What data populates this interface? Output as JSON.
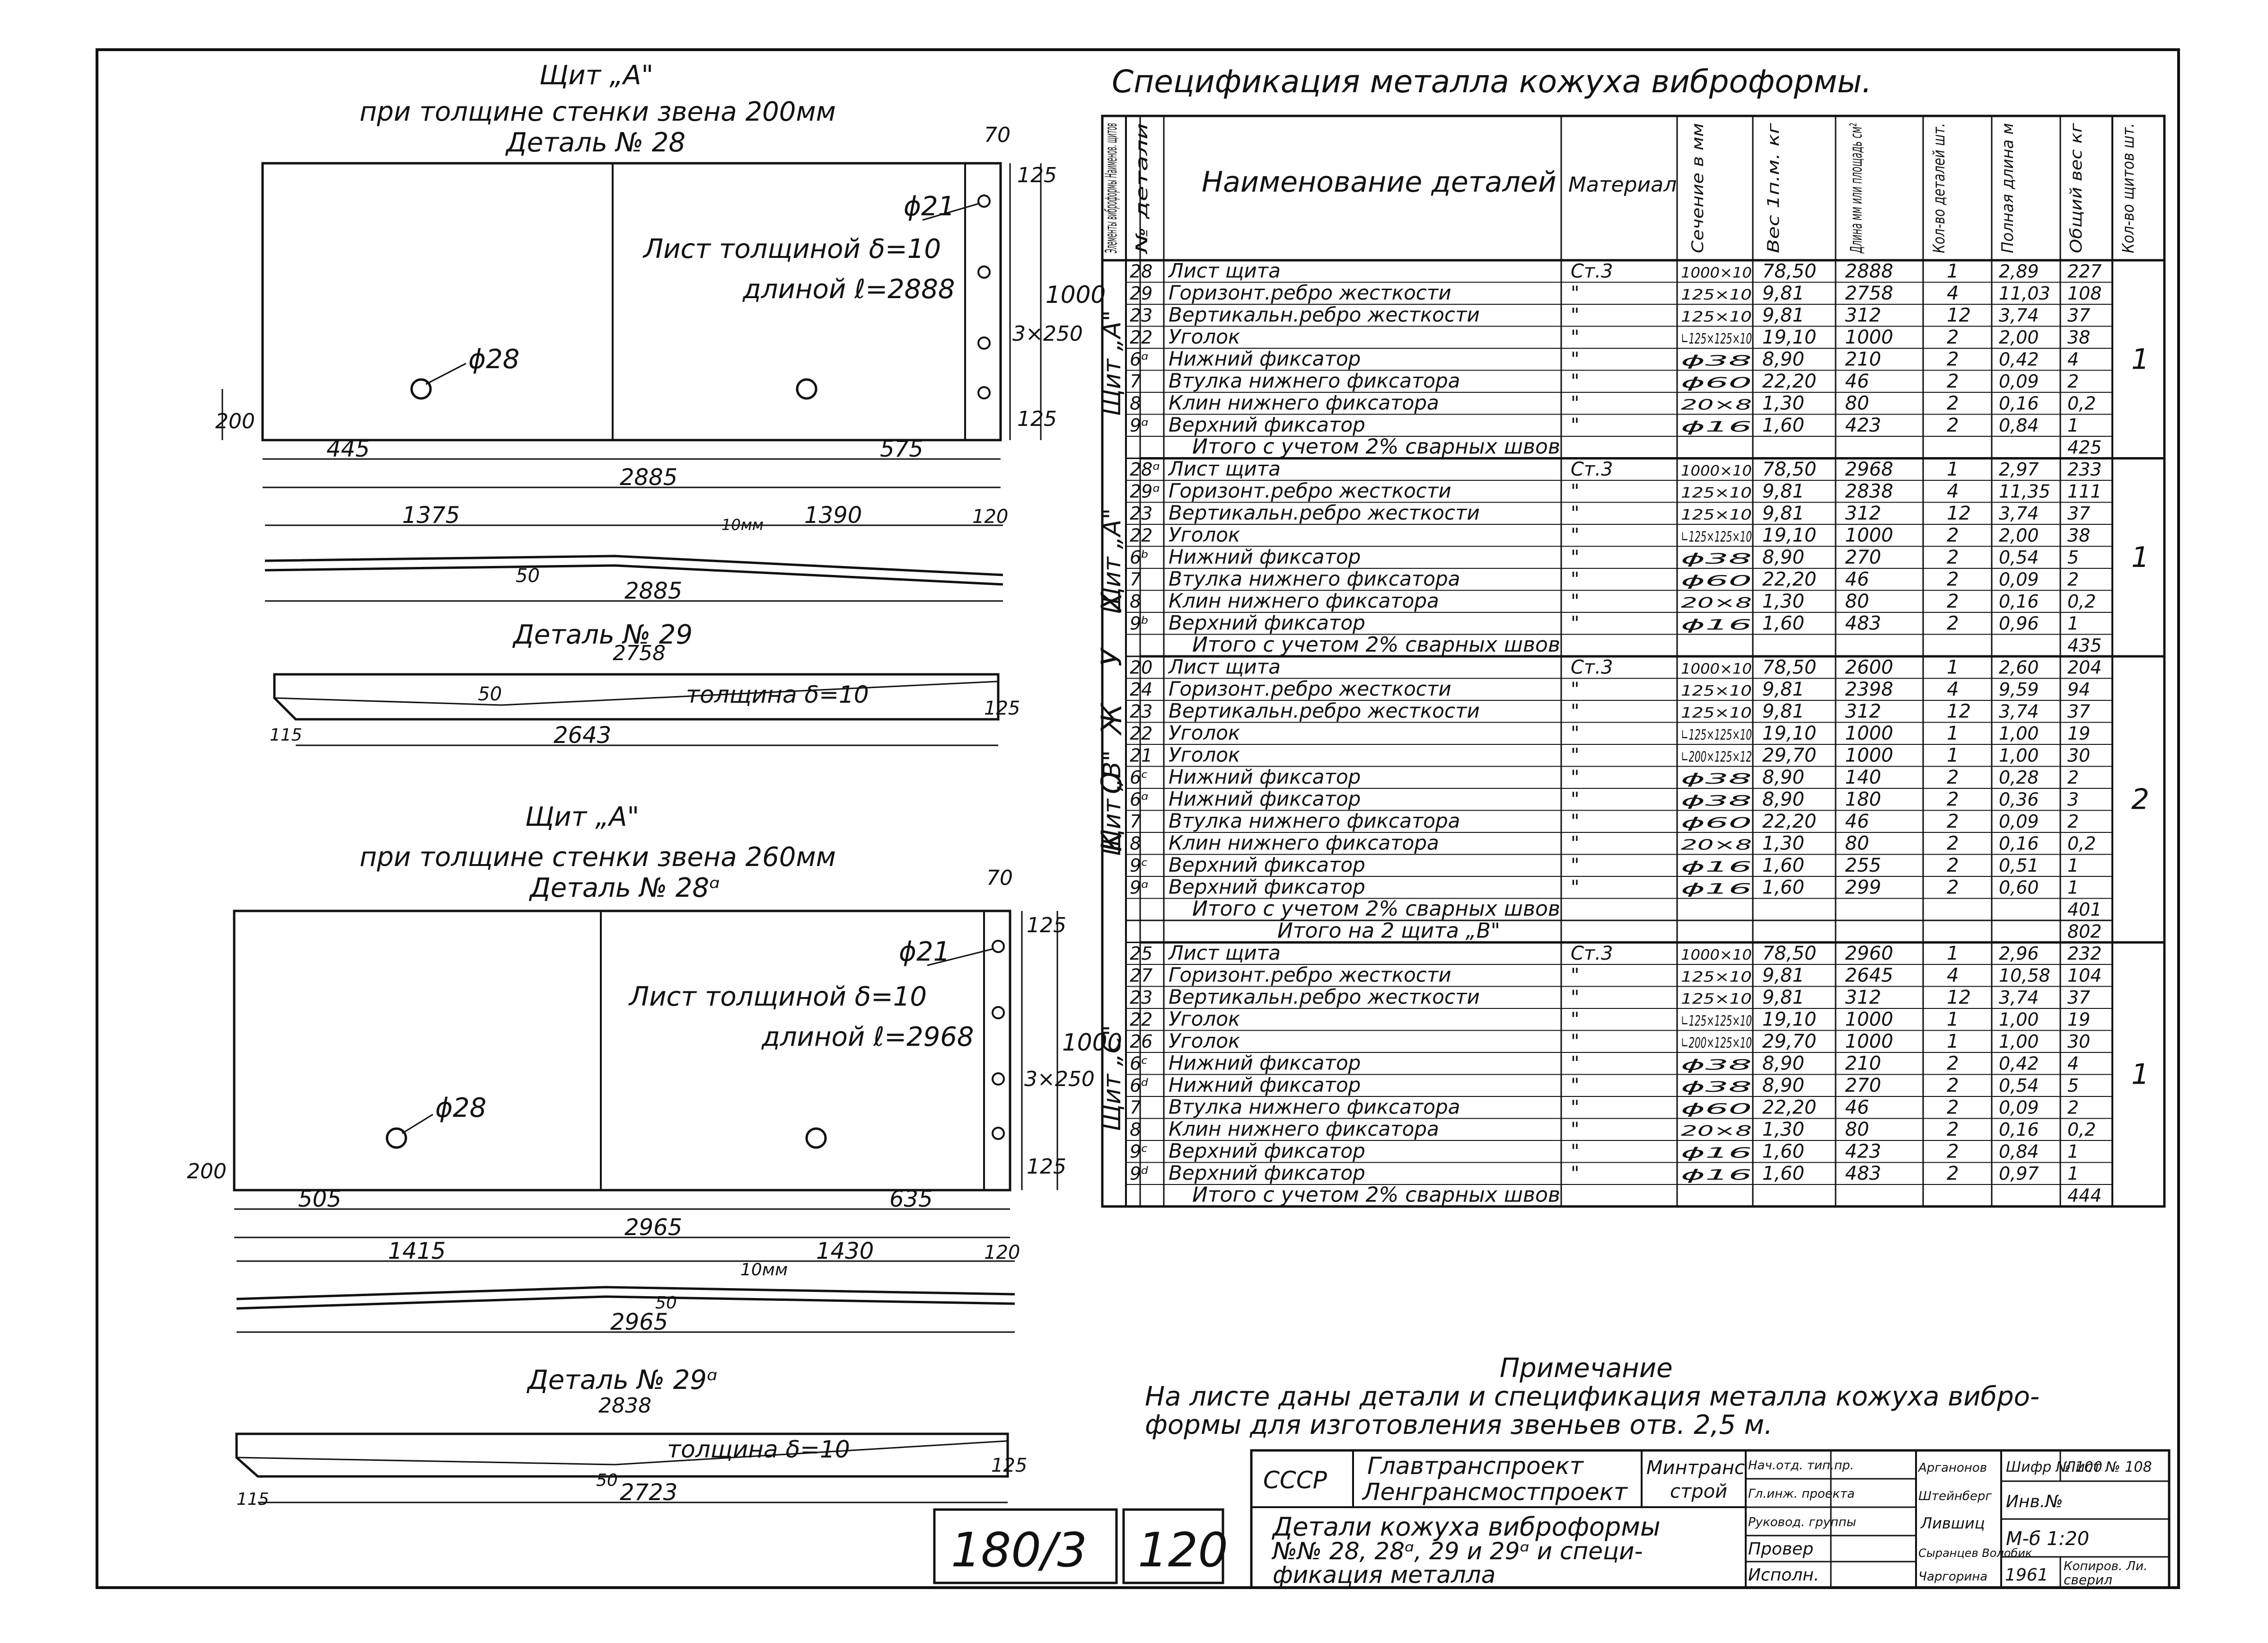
{
  "left": {
    "panel1": {
      "title": "Щит „А\"",
      "subtitle": "при толщине стенки звена 200мм",
      "detail": "Деталь № 28",
      "sheet_note_1": "Лист толщиной δ=10",
      "sheet_note_2": "длиной ℓ=2888",
      "hole_small": "ϕ21",
      "hole_big": "ϕ28",
      "dims": {
        "d70": "70",
        "d125a": "125",
        "d1000": "1000",
        "d3x250": "3×250",
        "d125b": "125",
        "d200": "200",
        "d445": "445",
        "d575": "575",
        "d2885": "2885"
      },
      "profile": {
        "d1375": "1375",
        "d1390": "1390",
        "d120": "120",
        "d10mm": "10мм",
        "d50": "50",
        "d2885": "2885"
      }
    },
    "detail29": {
      "title": "Деталь № 29",
      "d2758": "2758",
      "d50": "50",
      "thickness": "толщина δ=10",
      "d125": "125",
      "d115": "115",
      "d2643": "2643"
    },
    "panel2": {
      "title": "Щит „А\"",
      "subtitle": "при толщине стенки звена 260мм",
      "detail": "Деталь № 28ᵅ",
      "sheet_note_1": "Лист толщиной δ=10",
      "sheet_note_2": "длиной ℓ=2968",
      "hole_small": "ϕ21",
      "hole_big": "ϕ28",
      "dims": {
        "d70": "70",
        "d125a": "125",
        "d1000": "1000",
        "d3x250": "3×250",
        "d125b": "125",
        "d200": "200",
        "d505": "505",
        "d635": "635",
        "d2965": "2965"
      },
      "profile": {
        "d1415": "1415",
        "d1430": "1430",
        "d120": "120",
        "d10mm": "10мм",
        "d50": "50",
        "d2965": "2965"
      }
    },
    "detail29a": {
      "title": "Деталь № 29ᵅ",
      "d2838": "2838",
      "thickness": "толщина δ=10",
      "d125": "125",
      "d115": "115",
      "d50": "50",
      "d2723": "2723"
    }
  },
  "spec": {
    "title": "Спецификация металла кожуха виброформы.",
    "headers": {
      "element": "Элементы виброформы Наименов. щитов",
      "num": "№ детали",
      "name": "Наименование деталей",
      "material": "Материал",
      "section": "Сечение в мм",
      "weight": "Вес 1п.м. кг",
      "length": "Длина мм или площадь см²",
      "count": "Кол-во деталей шт.",
      "full_length": "Полная длина м",
      "total_weight": "Общий вес кг",
      "shields": "Кол-во щитов шт."
    },
    "kozhuh_label": "К О Ж У Х",
    "groups": [
      {
        "shield": "Щит „А\"",
        "shield_count": "1",
        "rows": [
          [
            "28",
            "Лист щита",
            "Ст.3",
            "1000×10",
            "78,50",
            "2888",
            "1",
            "2,89",
            "227"
          ],
          [
            "29",
            "Горизонт.ребро жесткости",
            "\"",
            "125×10",
            "9,81",
            "2758",
            "4",
            "11,03",
            "108"
          ],
          [
            "23",
            "Вертикальн.ребро жесткости",
            "\"",
            "125×10",
            "9,81",
            "312",
            "12",
            "3,74",
            "37"
          ],
          [
            "22",
            "Уголок",
            "\"",
            "∟125×125×10",
            "19,10",
            "1000",
            "2",
            "2,00",
            "38"
          ],
          [
            "6ᵅ",
            "Нижний фиксатор",
            "\"",
            "ϕ38",
            "8,90",
            "210",
            "2",
            "0,42",
            "4"
          ],
          [
            "7",
            "Втулка нижнего фиксатора",
            "\"",
            "ϕ60",
            "22,20",
            "46",
            "2",
            "0,09",
            "2"
          ],
          [
            "8",
            "Клин нижнего фиксатора",
            "\"",
            "20×8",
            "1,30",
            "80",
            "2",
            "0,16",
            "0,2"
          ],
          [
            "9ᵅ",
            "Верхний фиксатор",
            "\"",
            "ϕ16",
            "1,60",
            "423",
            "2",
            "0,84",
            "1"
          ]
        ],
        "total_label": "Итого с учетом 2% сварных швов",
        "total": "425"
      },
      {
        "shield": "Щит „А\"",
        "shield_count": "1",
        "rows": [
          [
            "28ᵅ",
            "Лист щита",
            "Ст.3",
            "1000×10",
            "78,50",
            "2968",
            "1",
            "2,97",
            "233"
          ],
          [
            "29ᵅ",
            "Горизонт.ребро жесткости",
            "\"",
            "125×10",
            "9,81",
            "2838",
            "4",
            "11,35",
            "111"
          ],
          [
            "23",
            "Вертикальн.ребро жесткости",
            "\"",
            "125×10",
            "9,81",
            "312",
            "12",
            "3,74",
            "37"
          ],
          [
            "22",
            "Уголок",
            "\"",
            "∟125×125×10",
            "19,10",
            "1000",
            "2",
            "2,00",
            "38"
          ],
          [
            "6ᵇ",
            "Нижний фиксатор",
            "\"",
            "ϕ38",
            "8,90",
            "270",
            "2",
            "0,54",
            "5"
          ],
          [
            "7",
            "Втулка нижнего фиксатора",
            "\"",
            "ϕ60",
            "22,20",
            "46",
            "2",
            "0,09",
            "2"
          ],
          [
            "8",
            "Клин нижнего фиксатора",
            "\"",
            "20×8",
            "1,30",
            "80",
            "2",
            "0,16",
            "0,2"
          ],
          [
            "9ᵇ",
            "Верхний фиксатор",
            "\"",
            "ϕ16",
            "1,60",
            "483",
            "2",
            "0,96",
            "1"
          ]
        ],
        "total_label": "Итого с учетом 2% сварных швов",
        "total": "435"
      },
      {
        "shield": "Щит „В\"",
        "shield_count": "2",
        "rows": [
          [
            "20",
            "Лист щита",
            "Ст.3",
            "1000×10",
            "78,50",
            "2600",
            "1",
            "2,60",
            "204"
          ],
          [
            "24",
            "Горизонт.ребро жесткости",
            "\"",
            "125×10",
            "9,81",
            "2398",
            "4",
            "9,59",
            "94"
          ],
          [
            "23",
            "Вертикальн.ребро жесткости",
            "\"",
            "125×10",
            "9,81",
            "312",
            "12",
            "3,74",
            "37"
          ],
          [
            "22",
            "Уголок",
            "\"",
            "∟125×125×10",
            "19,10",
            "1000",
            "1",
            "1,00",
            "19"
          ],
          [
            "21",
            "Уголок",
            "\"",
            "∟200×125×12",
            "29,70",
            "1000",
            "1",
            "1,00",
            "30"
          ],
          [
            "6ᶜ",
            "Нижний фиксатор",
            "\"",
            "ϕ38",
            "8,90",
            "140",
            "2",
            "0,28",
            "2"
          ],
          [
            "6ᵅ",
            "Нижний фиксатор",
            "\"",
            "ϕ38",
            "8,90",
            "180",
            "2",
            "0,36",
            "3"
          ],
          [
            "7",
            "Втулка нижнего фиксатора",
            "\"",
            "ϕ60",
            "22,20",
            "46",
            "2",
            "0,09",
            "2"
          ],
          [
            "8",
            "Клин нижнего фиксатора",
            "\"",
            "20×8",
            "1,30",
            "80",
            "2",
            "0,16",
            "0,2"
          ],
          [
            "9ᶜ",
            "Верхний фиксатор",
            "\"",
            "ϕ16",
            "1,60",
            "255",
            "2",
            "0,51",
            "1"
          ],
          [
            "9ᵅ",
            "Верхний фиксатор",
            "\"",
            "ϕ16",
            "1,60",
            "299",
            "2",
            "0,60",
            "1"
          ]
        ],
        "total_label": "Итого с учетом 2% сварных швов",
        "total": "401",
        "extra_label": "Итого на 2 щита „В\"",
        "extra_total": "802"
      },
      {
        "shield": "Щит „С\"",
        "shield_count": "1",
        "rows": [
          [
            "25",
            "Лист щита",
            "Ст.3",
            "1000×10",
            "78,50",
            "2960",
            "1",
            "2,96",
            "232"
          ],
          [
            "27",
            "Горизонт.ребро жесткости",
            "\"",
            "125×10",
            "9,81",
            "2645",
            "4",
            "10,58",
            "104"
          ],
          [
            "23",
            "Вертикальн.ребро жесткости",
            "\"",
            "125×10",
            "9,81",
            "312",
            "12",
            "3,74",
            "37"
          ],
          [
            "22",
            "Уголок",
            "\"",
            "∟125×125×10",
            "19,10",
            "1000",
            "1",
            "1,00",
            "19"
          ],
          [
            "26",
            "Уголок",
            "\"",
            "∟200×125×10",
            "29,70",
            "1000",
            "1",
            "1,00",
            "30"
          ],
          [
            "6ᶜ",
            "Нижний фиксатор",
            "\"",
            "ϕ38",
            "8,90",
            "210",
            "2",
            "0,42",
            "4"
          ],
          [
            "6ᵈ",
            "Нижний фиксатор",
            "\"",
            "ϕ38",
            "8,90",
            "270",
            "2",
            "0,54",
            "5"
          ],
          [
            "7",
            "Втулка нижнего фиксатора",
            "\"",
            "ϕ60",
            "22,20",
            "46",
            "2",
            "0,09",
            "2"
          ],
          [
            "8",
            "Клин нижнего фиксатора",
            "\"",
            "20×8",
            "1,30",
            "80",
            "2",
            "0,16",
            "0,2"
          ],
          [
            "9ᶜ",
            "Верхний фиксатор",
            "\"",
            "ϕ16",
            "1,60",
            "423",
            "2",
            "0,84",
            "1"
          ],
          [
            "9ᵈ",
            "Верхний фиксатор",
            "\"",
            "ϕ16",
            "1,60",
            "483",
            "2",
            "0,97",
            "1"
          ]
        ],
        "total_label": "Итого с учетом 2% сварных швов",
        "total": "444"
      }
    ]
  },
  "note": {
    "title": "Примечание",
    "line1": "На листе даны детали и спецификация металла кожуха вибро-",
    "line2": "формы для изготовления звеньев отв. 2,5 м."
  },
  "stamp": {
    "sheet_no_a": "180/3",
    "sheet_no_b": "120",
    "ussr": "СССР",
    "org1": "Главтранспроект",
    "org2": "Ленгрансмостпроект",
    "ministry1": "Минтранс",
    "ministry2": "строй",
    "title1": "Детали кожуха виброформы",
    "title2": "№№ 28, 28ᵅ, 29 и 29ᵅ и специ-",
    "title3": "фикация металла",
    "roles": [
      "Нач.отд. тип.пр.",
      "Гл.инж. проекта",
      "Руковод. группы",
      "Провер",
      "Исполн."
    ],
    "names": [
      "Арганонов",
      "Штейнберг",
      "Лившиц",
      "Сыранцев Волобик",
      "Чаргорина"
    ],
    "code_label": "Шифр № 100",
    "sheet_label": "Лист № 108",
    "inv": "Инв.№",
    "scale": "М-б 1:20",
    "year": "1961",
    "copy": "Копиров. Ли.",
    "checked": "сверил"
  }
}
